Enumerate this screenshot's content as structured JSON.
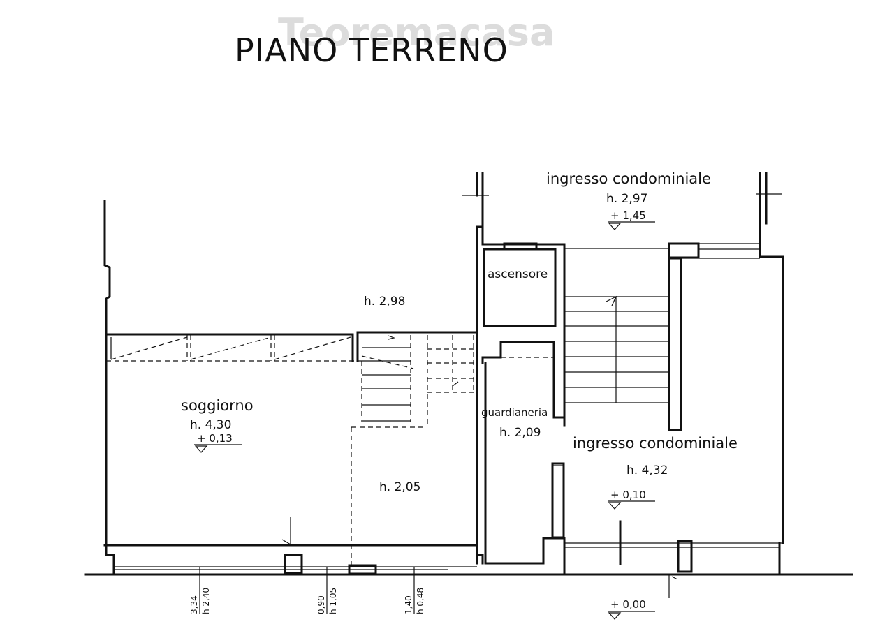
{
  "watermark": "Teoremacasa",
  "title": "PIANO TERRENO",
  "rooms": {
    "ingresso_top": {
      "name": "ingresso condominiale",
      "height": "h. 2,97",
      "level": "+ 1,45"
    },
    "ascensore": {
      "name": "ascensore"
    },
    "upper_height": "h. 2,98",
    "soggiorno": {
      "name": "soggiorno",
      "height": "h. 4,30",
      "level": "+ 0,13"
    },
    "low_area_height": "h. 2,05",
    "guardianeria": {
      "name": "guardianeria",
      "height": "h. 2,09"
    },
    "ingresso_main": {
      "name": "ingresso condominiale",
      "height": "h. 4,32",
      "level": "+ 0,10"
    }
  },
  "openings": [
    {
      "width": "3,34",
      "height": "h 2,40"
    },
    {
      "width": "0,90",
      "height": "h 1,05"
    },
    {
      "width": "1,40",
      "height": "h 0,48"
    }
  ],
  "ground_level": "+ 0,00"
}
